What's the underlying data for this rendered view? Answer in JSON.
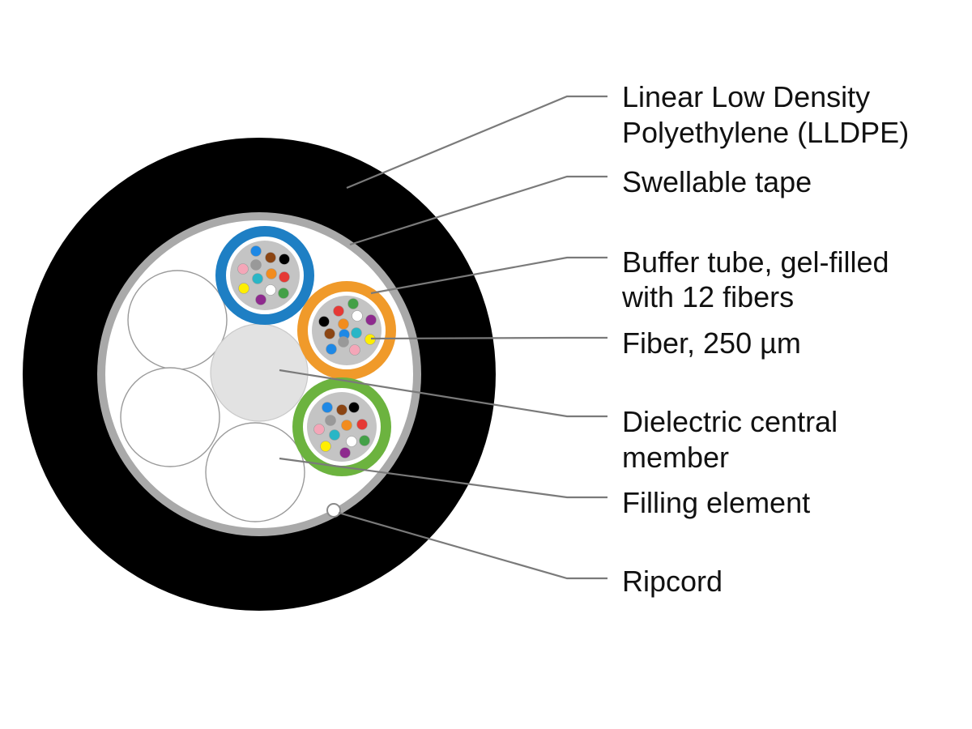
{
  "colors": {
    "jacket": "#000000",
    "tape": "#a9a9a9",
    "interior": "#ffffff",
    "tube_core": "#c4c4c4",
    "central_member": "#e2e2e2",
    "leader_line": "#7a7a7a"
  },
  "labels": {
    "lldpe_line1": "Linear Low Density",
    "lldpe_line2": "Polyethylene (LLDPE)",
    "tape": "Swellable tape",
    "buffer_line1": "Buffer tube, gel-filled",
    "buffer_line2": "with 12 fibers",
    "fiber": "Fiber, 250 µm",
    "central_line1": "Dielectric central",
    "central_line2": "member",
    "filling": "Filling element",
    "ripcord": "Ripcord"
  },
  "buffer_tubes": [
    {
      "name": "blue-tube",
      "ring_color": "#1e7fc4"
    },
    {
      "name": "orange-tube",
      "ring_color": "#f09a2a"
    },
    {
      "name": "green-tube",
      "ring_color": "#6cb33f"
    }
  ],
  "fiber_colors": {
    "blue-tube": [
      "#1e88e5",
      "#999999",
      "#8b4513",
      "#000000",
      "#f4a6b8",
      "#29b6c6",
      "#f28c1e",
      "#e53935",
      "#ffee00",
      "#ffffff",
      "#43a047",
      "#8e2a8e"
    ],
    "orange-tube": [
      "#e53935",
      "#43a047",
      "#000000",
      "#f28c1e",
      "#ffffff",
      "#8e2a8e",
      "#8b4513",
      "#1e88e5",
      "#29b6c6",
      "#1e88e5",
      "#999999",
      "#f4a6b8",
      "#ffee00"
    ],
    "green-tube": [
      "#1e88e5",
      "#8b4513",
      "#000000",
      "#999999",
      "#f4a6b8",
      "#29b6c6",
      "#f28c1e",
      "#e53935",
      "#ffee00",
      "#ffffff",
      "#43a047",
      "#8e2a8e"
    ]
  }
}
